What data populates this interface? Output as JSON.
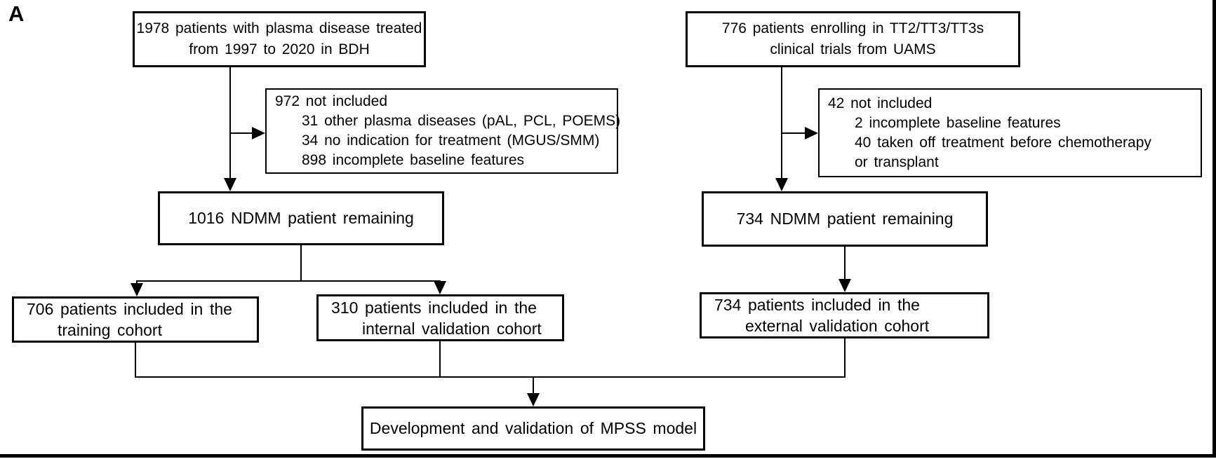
{
  "panel": {
    "label": "A"
  },
  "colors": {
    "background": "#ffffff",
    "line": "#000000",
    "box_border": "#000000",
    "text": "#000000"
  },
  "boxes": {
    "bdh_source": {
      "line1": "1978 patients with plasma disease treated",
      "line2": "from 1997 to 2020 in BDH"
    },
    "uams_source": {
      "line1": "776 patients enrolling in TT2/TT3/TT3s",
      "line2": "clinical trials from UAMS"
    },
    "bdh_excluded": {
      "header": "972 not included",
      "items": [
        "31 other plasma diseases (pAL, PCL, POEMS)",
        "34 no indication for treatment (MGUS/SMM)",
        "898 incomplete baseline features"
      ]
    },
    "uams_excluded": {
      "header": "42 not included",
      "items": [
        "2 incomplete baseline features",
        "40 taken off treatment before chemotherapy",
        "or transplant"
      ]
    },
    "bdh_remaining": {
      "text": "1016 NDMM patient remaining"
    },
    "uams_remaining": {
      "text": "734 NDMM patient remaining"
    },
    "training_cohort": {
      "line1": "706 patients included in the",
      "line2": "training cohort"
    },
    "internal_validation_cohort": {
      "line1": "310 patients included in the",
      "line2": "internal validation cohort"
    },
    "external_validation_cohort": {
      "line1": "734 patients included in the",
      "line2": "external validation cohort"
    },
    "outcome": {
      "text": "Development and validation of MPSS model"
    }
  }
}
